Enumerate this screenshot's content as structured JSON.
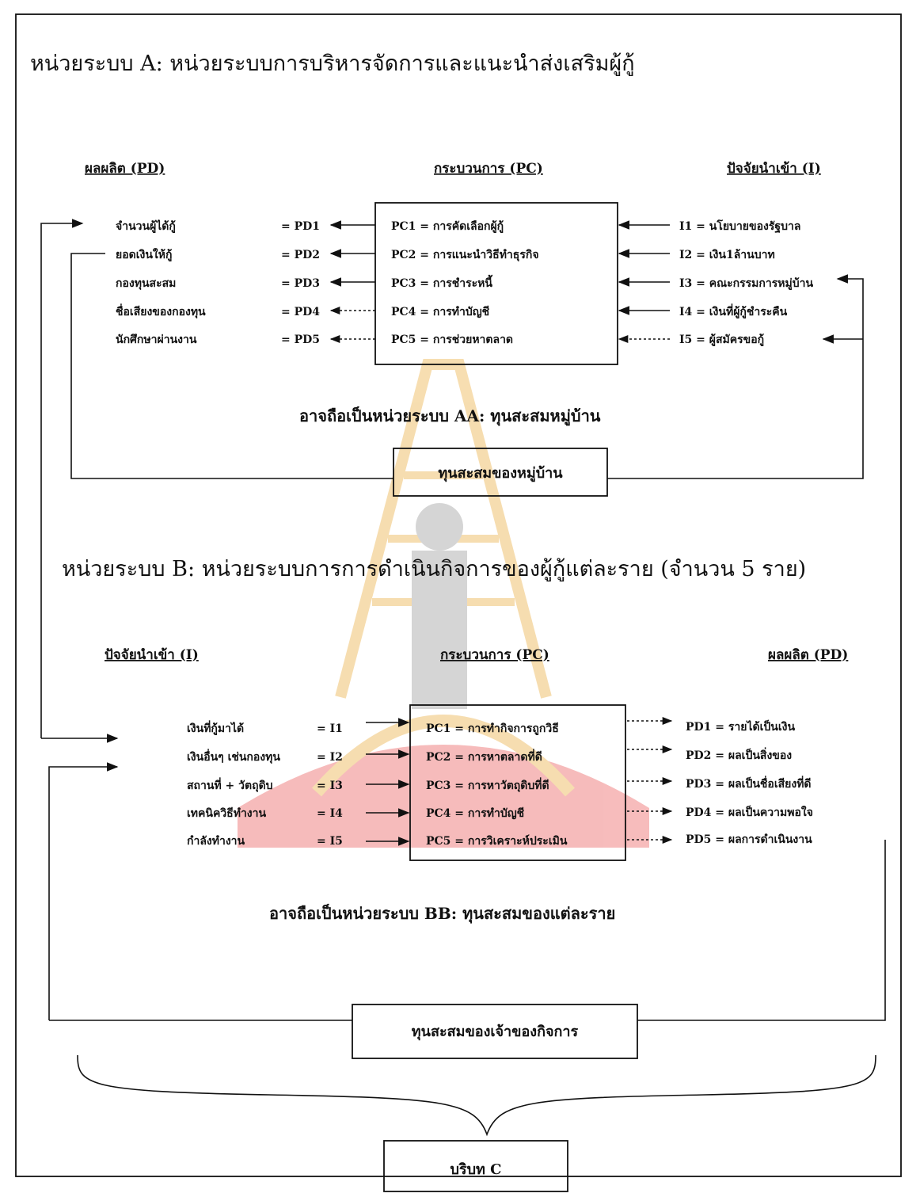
{
  "system_a": {
    "heading": "หน่วยระบบ A:  หน่วยระบบการบริหารจัดการและแนะนำส่งเสริมผู้กู้",
    "col_output": "ผลผลิต (PD)",
    "col_process": "กระบวนการ (PC)",
    "col_input": "ปัจจัยนำเข้า (I)",
    "outputs": [
      {
        "label": "จำนวนผู้ได้กู้",
        "code": "= PD1"
      },
      {
        "label": "ยอดเงินให้กู้",
        "code": "= PD2"
      },
      {
        "label": "กองทุนสะสม",
        "code": "= PD3"
      },
      {
        "label": "ชื่อเสียงของกองทุน",
        "code": "= PD4"
      },
      {
        "label": "นักศึกษาผ่านงาน",
        "code": "= PD5"
      }
    ],
    "processes": [
      "PC1 = การคัดเลือกผู้กู้",
      "PC2 = การแนะนำวิธีทำธุรกิจ",
      "PC3 = การชำระหนี้",
      "PC4 = การทำบัญชี",
      "PC5 = การช่วยหาตลาด"
    ],
    "inputs": [
      "I1 = นโยบายของรัฐบาล",
      "I2 = เงิน1ล้านบาท",
      "I3 = คณะกรรมการหมู่บ้าน",
      "I4 = เงินที่ผู้กู้ชำระคืน",
      "I5 = ผู้สมัครขอกู้"
    ],
    "caption": "อาจถือเป็นหน่วยระบบ  AA:  ทุนสะสมหมู่บ้าน",
    "capital_box": "ทุนสะสมของหมู่บ้าน"
  },
  "system_b": {
    "heading": "หน่วยระบบ B:  หน่วยระบบการการดำเนินกิจการของผู้กู้แต่ละราย (จำนวน  5  ราย)",
    "col_input": "ปัจจัยนำเข้า (I)",
    "col_process": "กระบวนการ (PC)",
    "col_output": "ผลผลิต (PD)",
    "inputs": [
      {
        "label": "เงินที่กู้มาได้",
        "code": "= I1"
      },
      {
        "label": "เงินอื่นๆ เช่นกองทุน",
        "code": "= I2"
      },
      {
        "label": "สถานที่ + วัตถุดิบ",
        "code": "= I3"
      },
      {
        "label": "เทคนิควิธีทำงาน",
        "code": "= I4"
      },
      {
        "label": "กำลังทำงาน",
        "code": "= I5"
      }
    ],
    "processes": [
      "PC1  = การทำกิจการถูกวิธี",
      "PC2  = การหาตลาดที่ดี",
      "PC3  = การหาวัตถุดิบที่ดี",
      "PC4  = การทำบัญชี",
      "PC5  = การวิเคราะห์ประเมิน"
    ],
    "outputs": [
      "PD1 = รายได้เป็นเงิน",
      "PD2 = ผลเป็นสิ่งของ",
      "PD3 = ผลเป็นชื่อเสียงที่ดี",
      "PD4 = ผลเป็นความพอใจ",
      "PD5 = ผลการดำเนินงาน"
    ],
    "caption": "อาจถือเป็นหน่วยระบบ  BB:  ทุนสะสมของแต่ละราย",
    "capital_box": "ทุนสะสมของเจ้าของกิจการ"
  },
  "context_box": "บริบท  C"
}
